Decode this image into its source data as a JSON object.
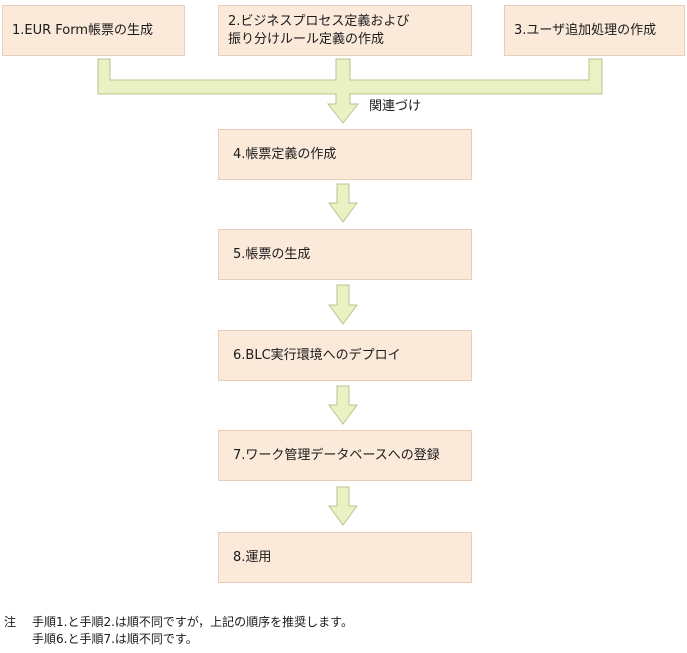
{
  "flow": {
    "top_steps": [
      {
        "lines": [
          "1.EUR Form帳票の生成"
        ]
      },
      {
        "lines": [
          "2.ビジネスプロセス定義および",
          "振り分けルール定義の作成"
        ]
      },
      {
        "lines": [
          "3.ユーザ追加処理の作成"
        ]
      }
    ],
    "merge_label": "関連づけ",
    "steps": [
      "4.帳票定義の作成",
      "5.帳票の生成",
      "6.BLC実行環境へのデプロイ",
      "7.ワーク管理データベースへの登録",
      "8.運用"
    ]
  },
  "notes": {
    "mark": "注",
    "lines": [
      "手順1.と手順2.は順不同ですが，上記の順序を推奨します。",
      "手順6.と手順7.は順不同です。"
    ]
  },
  "colors": {
    "box_fill": "#fbe9da",
    "box_border": "#e9cdb6",
    "arrow_fill": "#ecf1c4",
    "arrow_stroke": "#b8c490"
  }
}
